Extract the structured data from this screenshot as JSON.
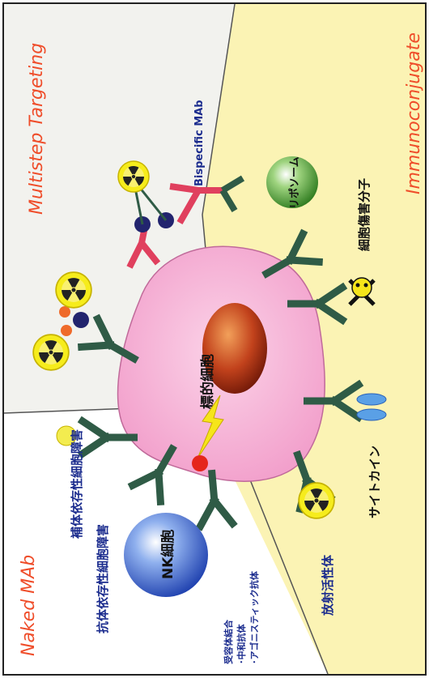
{
  "sections": {
    "naked": "Naked MAb",
    "multistep": "Multistep Targeting",
    "immuno": "Immunoconjugate"
  },
  "labels": {
    "cdc": "補体依存性細胞障害",
    "adcc": "抗体依存性細胞障害",
    "nk_cell": "NK細胞",
    "target_cell": "標的細胞",
    "receptor_1": "受容体結合",
    "receptor_2": "･中和抗体",
    "receptor_3": "･アゴニスティック抗体",
    "bispecific": "Bispecific MAb",
    "liposome": "リポソーム",
    "cytotoxic": "細胞傷害分子",
    "cytokine": "サイトカイン",
    "radioactive": "放射活性体"
  },
  "colors": {
    "naked_bg": "#ffffff",
    "multistep_bg": "#f2f2ee",
    "immuno_bg": "#fbf3b4",
    "section_title": "#ef4d2a",
    "label_blue": "#1b2c8e",
    "antibody": "#2f5b46",
    "bispecific_arm": "#e0405e",
    "cell_fill": "#f6b5d6",
    "nucleus": "#c2421c"
  }
}
